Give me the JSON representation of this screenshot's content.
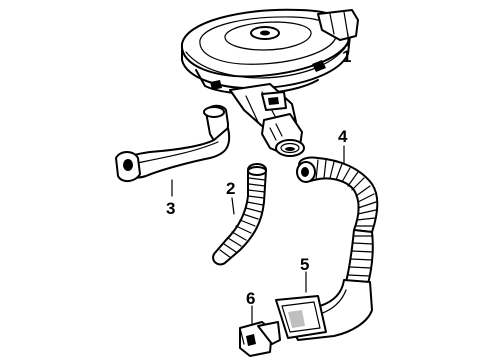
{
  "callouts": [
    {
      "id": "1",
      "text": "1",
      "part": "air-cleaner-assembly"
    },
    {
      "id": "2",
      "text": "2",
      "part": "small-hose"
    },
    {
      "id": "3",
      "text": "3",
      "part": "outlet-duct"
    },
    {
      "id": "4",
      "text": "4",
      "part": "large-corrugated-hose"
    },
    {
      "id": "5",
      "text": "5",
      "part": "inlet-duct"
    },
    {
      "id": "6",
      "text": "6",
      "part": "bracket"
    }
  ],
  "colors": {
    "ink": "#000000",
    "background": "#ffffff"
  }
}
